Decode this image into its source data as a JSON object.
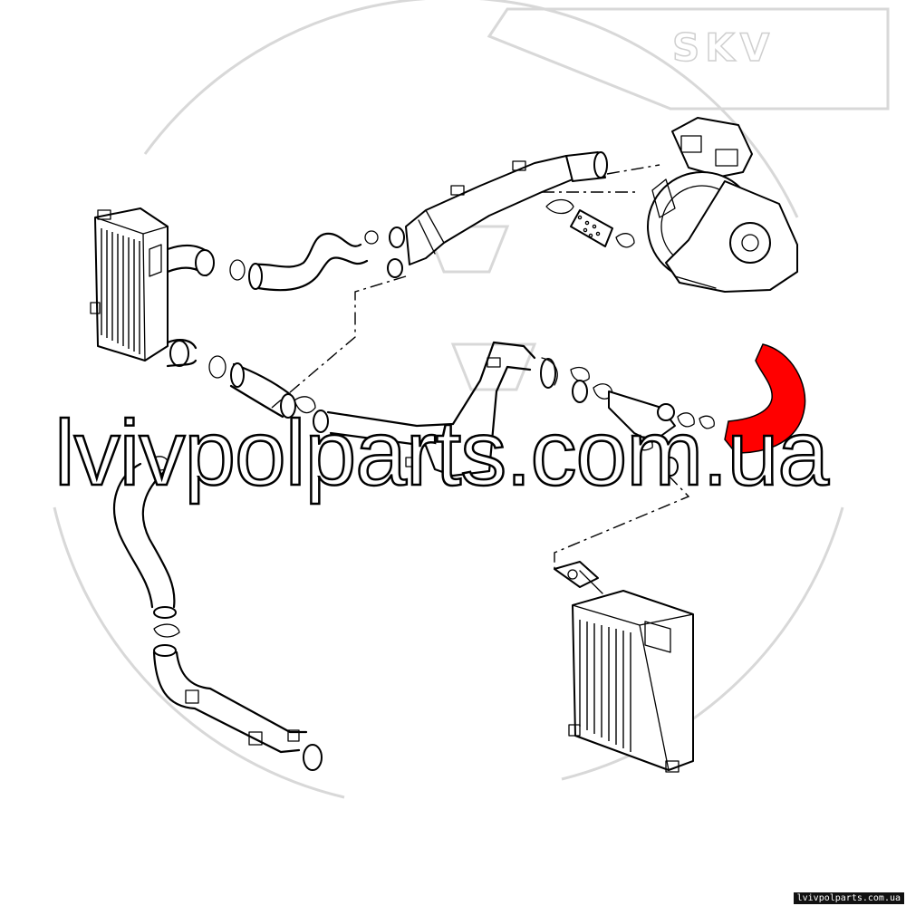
{
  "watermark": {
    "text": "lvivpolparts.com.ua"
  },
  "brand": {
    "text": "SKV"
  },
  "footer": {
    "url": "lvivpolparts.com.ua"
  },
  "colors": {
    "highlight": "#ff0000",
    "line": "#000000",
    "watermark": "#d8d8d8"
  },
  "diagram": {
    "subject": "charge air / intercooler hose system",
    "highlighted_part": "red-boost-hose"
  }
}
